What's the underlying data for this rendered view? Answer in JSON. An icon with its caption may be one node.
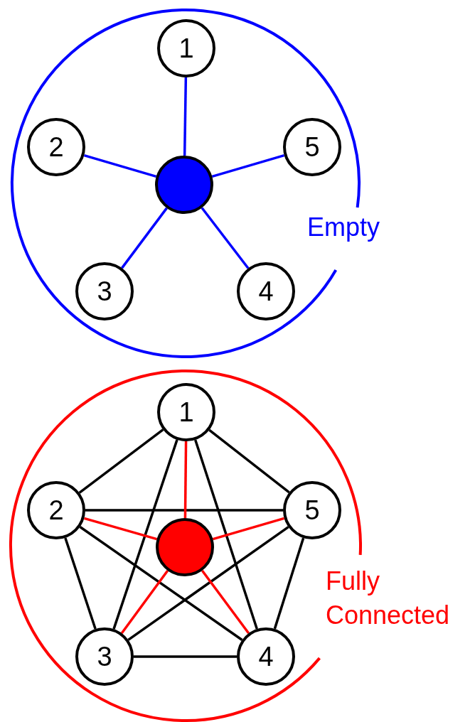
{
  "diagram": {
    "nodes": [
      {
        "text": [],
        "shape": "circle",
        "beside": [
          "Empty"
        ]
      },
      {
        "text": [
          "1"
        ],
        "in": 0
      },
      {
        "text": [
          "2"
        ],
        "in": 0
      },
      {
        "text": [
          "3"
        ],
        "in": 0
      },
      {
        "text": [
          "4"
        ],
        "in": 0
      },
      {
        "text": [
          "5"
        ],
        "in": 0
      },
      {
        "text": [],
        "shape": "circle",
        "in": 0
      },
      {
        "text": [],
        "shape": "circle",
        "beside": [
          "Fully Connected"
        ]
      },
      {
        "text": [
          "1"
        ],
        "in": 7
      },
      {
        "text": [
          "2"
        ],
        "in": 7
      },
      {
        "text": [
          "3"
        ],
        "in": 7
      },
      {
        "text": [
          "4"
        ],
        "in": 7
      },
      {
        "text": [
          "5"
        ],
        "in": 7
      },
      {
        "text": [],
        "shape": "circle",
        "in": 7
      }
    ],
    "edges": [
      {
        "from": 6,
        "to": 1,
        "arrow": "none",
        "color": "#0000ff"
      },
      {
        "from": 6,
        "to": 2,
        "arrow": "none",
        "color": "#0000ff"
      },
      {
        "from": 6,
        "to": 3,
        "arrow": "none",
        "color": "#0000ff"
      },
      {
        "from": 6,
        "to": 4,
        "arrow": "none",
        "color": "#0000ff"
      },
      {
        "from": 6,
        "to": 5,
        "arrow": "none",
        "color": "#0000ff"
      },
      {
        "from": 8,
        "to": 9,
        "arrow": "none"
      },
      {
        "from": 8,
        "to": 12,
        "arrow": "none"
      },
      {
        "from": 9,
        "to": 10,
        "arrow": "none"
      },
      {
        "from": 10,
        "to": 11,
        "arrow": "none"
      },
      {
        "from": 11,
        "to": 12,
        "arrow": "none"
      },
      {
        "from": 8,
        "to": 10,
        "arrow": "none"
      },
      {
        "from": 8,
        "to": 11,
        "arrow": "none"
      },
      {
        "from": 9,
        "to": 12,
        "arrow": "none"
      },
      {
        "from": 9,
        "to": 11,
        "arrow": "none"
      },
      {
        "from": 10,
        "to": 12,
        "arrow": "none"
      },
      {
        "from": 13,
        "to": 8,
        "arrow": "none",
        "color": "#ff0000"
      },
      {
        "from": 13,
        "to": 9,
        "arrow": "none",
        "color": "#ff0000"
      },
      {
        "from": 13,
        "to": 10,
        "arrow": "none",
        "color": "#ff0000"
      },
      {
        "from": 13,
        "to": 11,
        "arrow": "none",
        "color": "#ff0000"
      },
      {
        "from": 13,
        "to": 12,
        "arrow": "none",
        "color": "#ff0000"
      }
    ]
  }
}
